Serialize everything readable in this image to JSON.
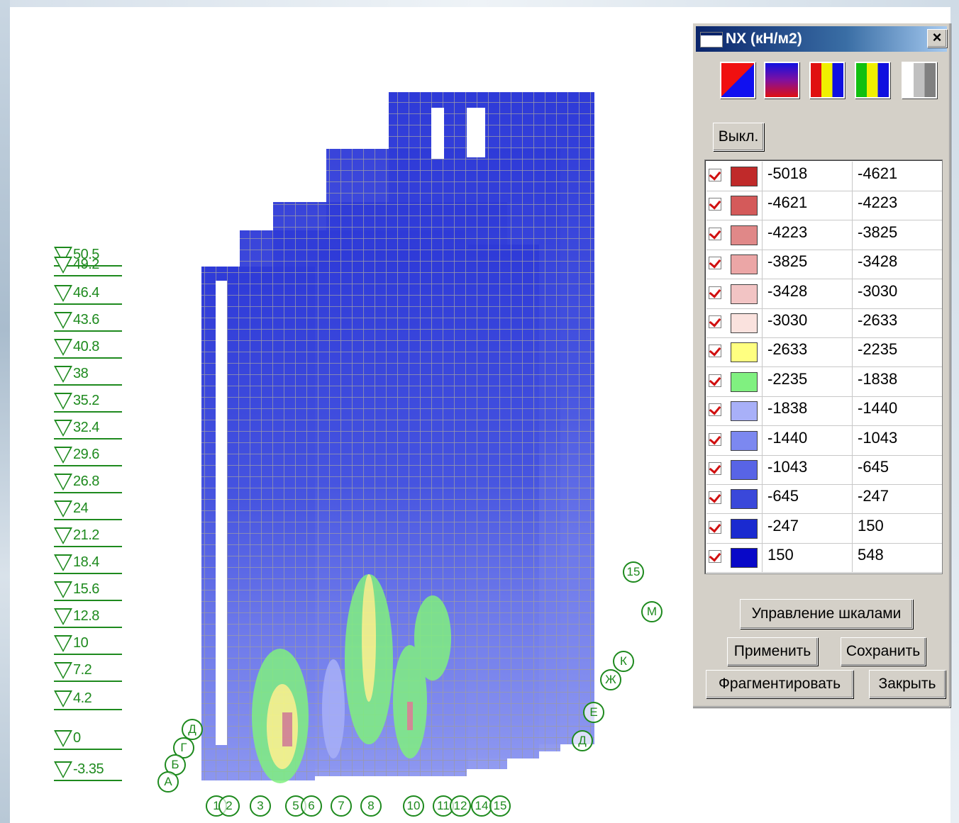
{
  "levels": [
    "50.5",
    "49.2",
    "46.4",
    "43.6",
    "40.8",
    "38",
    "35.2",
    "32.4",
    "29.6",
    "26.8",
    "24",
    "21.2",
    "18.4",
    "15.6",
    "12.8",
    "10",
    "7.2",
    "4.2",
    "0",
    "-3.35"
  ],
  "axes_bottom": [
    "1",
    "2",
    "3",
    "5",
    "6",
    "7",
    "8",
    "10",
    "11",
    "12",
    "14",
    "15"
  ],
  "axes_right": [
    "15",
    "М",
    "К",
    "Ж",
    "Е",
    "Д"
  ],
  "axes_left": [
    "Д",
    "Г",
    "Б",
    "А"
  ],
  "dialog": {
    "title": "NX (кН/м2)",
    "close_label": "×",
    "palettes": [
      "red-blue-diagonal",
      "blue-red-gradient",
      "red-yellow-blue",
      "green-yellow-blue",
      "white-gray"
    ],
    "off_button": "Выкл.",
    "scale_rows": [
      {
        "from": "-5018",
        "to": "-4621",
        "color": "#c02a2a"
      },
      {
        "from": "-4621",
        "to": "-4223",
        "color": "#d45a5a"
      },
      {
        "from": "-4223",
        "to": "-3825",
        "color": "#e08888"
      },
      {
        "from": "-3825",
        "to": "-3428",
        "color": "#eba6a6"
      },
      {
        "from": "-3428",
        "to": "-3030",
        "color": "#f2c4c4"
      },
      {
        "from": "-3030",
        "to": "-2633",
        "color": "#fae2de"
      },
      {
        "from": "-2633",
        "to": "-2235",
        "color": "#ffff80"
      },
      {
        "from": "-2235",
        "to": "-1838",
        "color": "#80f080"
      },
      {
        "from": "-1838",
        "to": "-1440",
        "color": "#a8b0f8"
      },
      {
        "from": "-1440",
        "to": "-1043",
        "color": "#7c88f0"
      },
      {
        "from": "-1043",
        "to": "-645",
        "color": "#5864e6"
      },
      {
        "from": "-645",
        "to": "-247",
        "color": "#3a48da"
      },
      {
        "from": "-247",
        "to": "150",
        "color": "#1a2ad0"
      },
      {
        "from": "150",
        "to": "548",
        "color": "#0808c8"
      }
    ],
    "manage_scales": "Управление шкалами",
    "apply": "Применить",
    "save": "Сохранить",
    "fragment": "Фрагментировать",
    "close": "Закрыть"
  }
}
